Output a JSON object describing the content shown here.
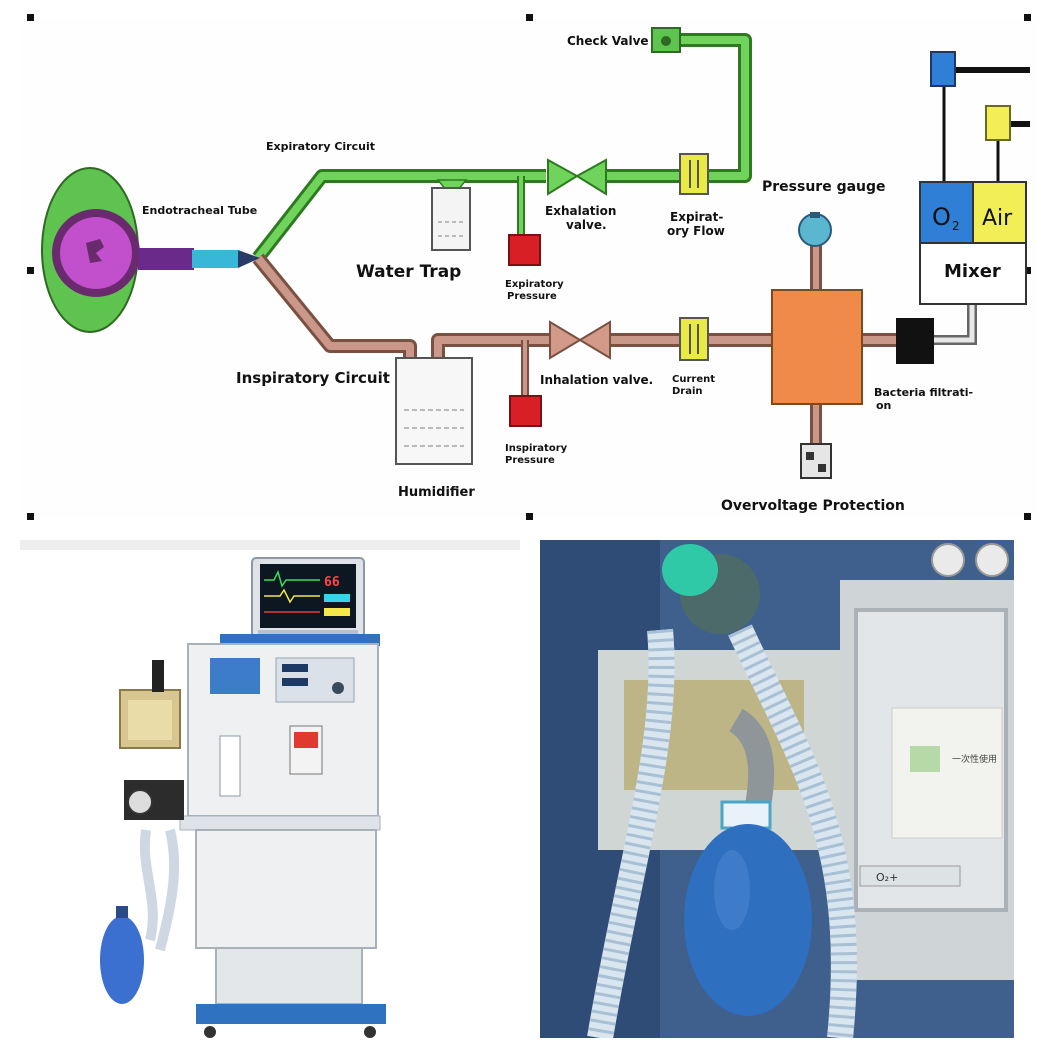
{
  "diagram": {
    "labels": {
      "check_valve": "Check Valve",
      "expiratory_circuit": "Expiratory Circuit",
      "endotracheal_tube": "Endotracheal Tube",
      "exhalation_valve_1": "Exhalation",
      "exhalation_valve_2": "valve.",
      "expiratory_flow_1": "Expirat-",
      "expiratory_flow_2": "ory Flow",
      "pressure_gauge": "Pressure gauge",
      "water_trap": "Water Trap",
      "expiratory_pressure_1": "Expiratory",
      "expiratory_pressure_2": "Pressure",
      "inspiratory_circuit": "Inspiratory Circuit",
      "inhalation_valve": "Inhalation valve.",
      "current_drain_1": "Current",
      "current_drain_2": "Drain",
      "bacteria_filtration_1": "Bacteria filtrati-",
      "bacteria_filtration_2": "on",
      "inspiratory_pressure_1": "Inspiratory",
      "inspiratory_pressure_2": "Pressure",
      "humidifier": "Humidifier",
      "overvoltage_protection": "Overvoltage Protection",
      "o2": "O",
      "o2_sub": "2",
      "air": "Air",
      "mixer": "Mixer"
    },
    "colors": {
      "expiratory_line": "#4caf3c",
      "inspiratory_line": "#b5836b",
      "mask_outer": "#5fc34f",
      "mask_inner": "#b93bc8",
      "pressure_box": "#d91f26",
      "filter_box": "#ef8a4a",
      "flow_box": "#eaea47",
      "o2_box": "#2f7fd6",
      "air_box": "#f2ef56",
      "gauge": "#5ab7cf"
    }
  },
  "photos": {
    "left_monitor_text": "66",
    "right_label": "O₂+",
    "right_box_text": "一次性使用"
  }
}
